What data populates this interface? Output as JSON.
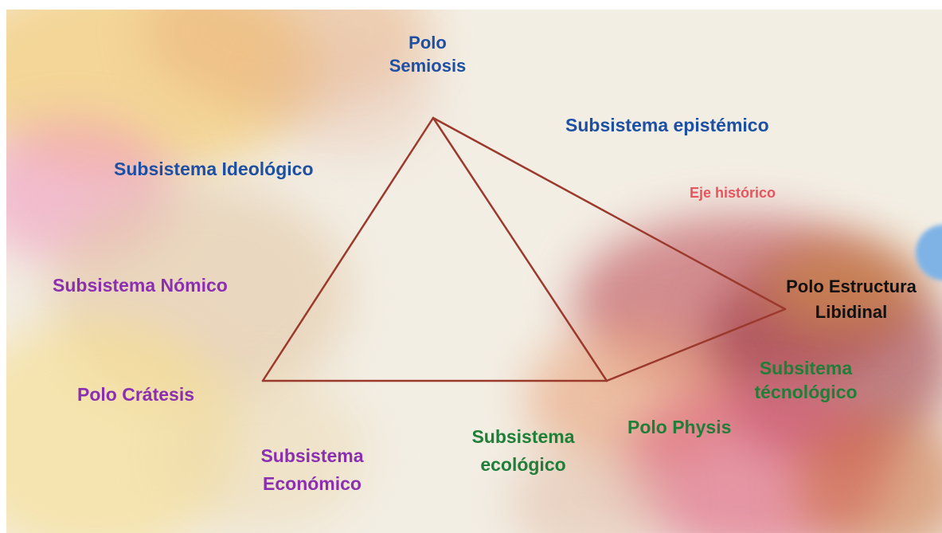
{
  "colors": {
    "epistemic_blue": "#1d4fa3",
    "nomic_purple": "#8a2fb0",
    "ecologic_green": "#1f7f39",
    "axis_red": "#e6545e",
    "triangle_line": "#9b3a2c",
    "text_black": "#111111"
  },
  "labels": {
    "polo_semiosis": [
      "Polo",
      "Semiosis"
    ],
    "subsistema_epistemico": "Subsistema epistémico",
    "subsistema_ideologico": "Subsistema Ideológico",
    "eje_historico": "Eje histórico",
    "subsistema_nomico": "Subsistema Nómico",
    "polo_estructura_libidinal": [
      "Polo Estructura",
      "Libidinal"
    ],
    "subsitema_tecnologico": [
      "Subsitema",
      "técnológico"
    ],
    "polo_cratesis": "Polo Crátesis",
    "polo_physis": "Polo Physis",
    "subsistema_ecologico": [
      "Subsistema",
      "ecológico"
    ],
    "subsistema_economico": [
      "Subsistema",
      "Económico"
    ]
  }
}
